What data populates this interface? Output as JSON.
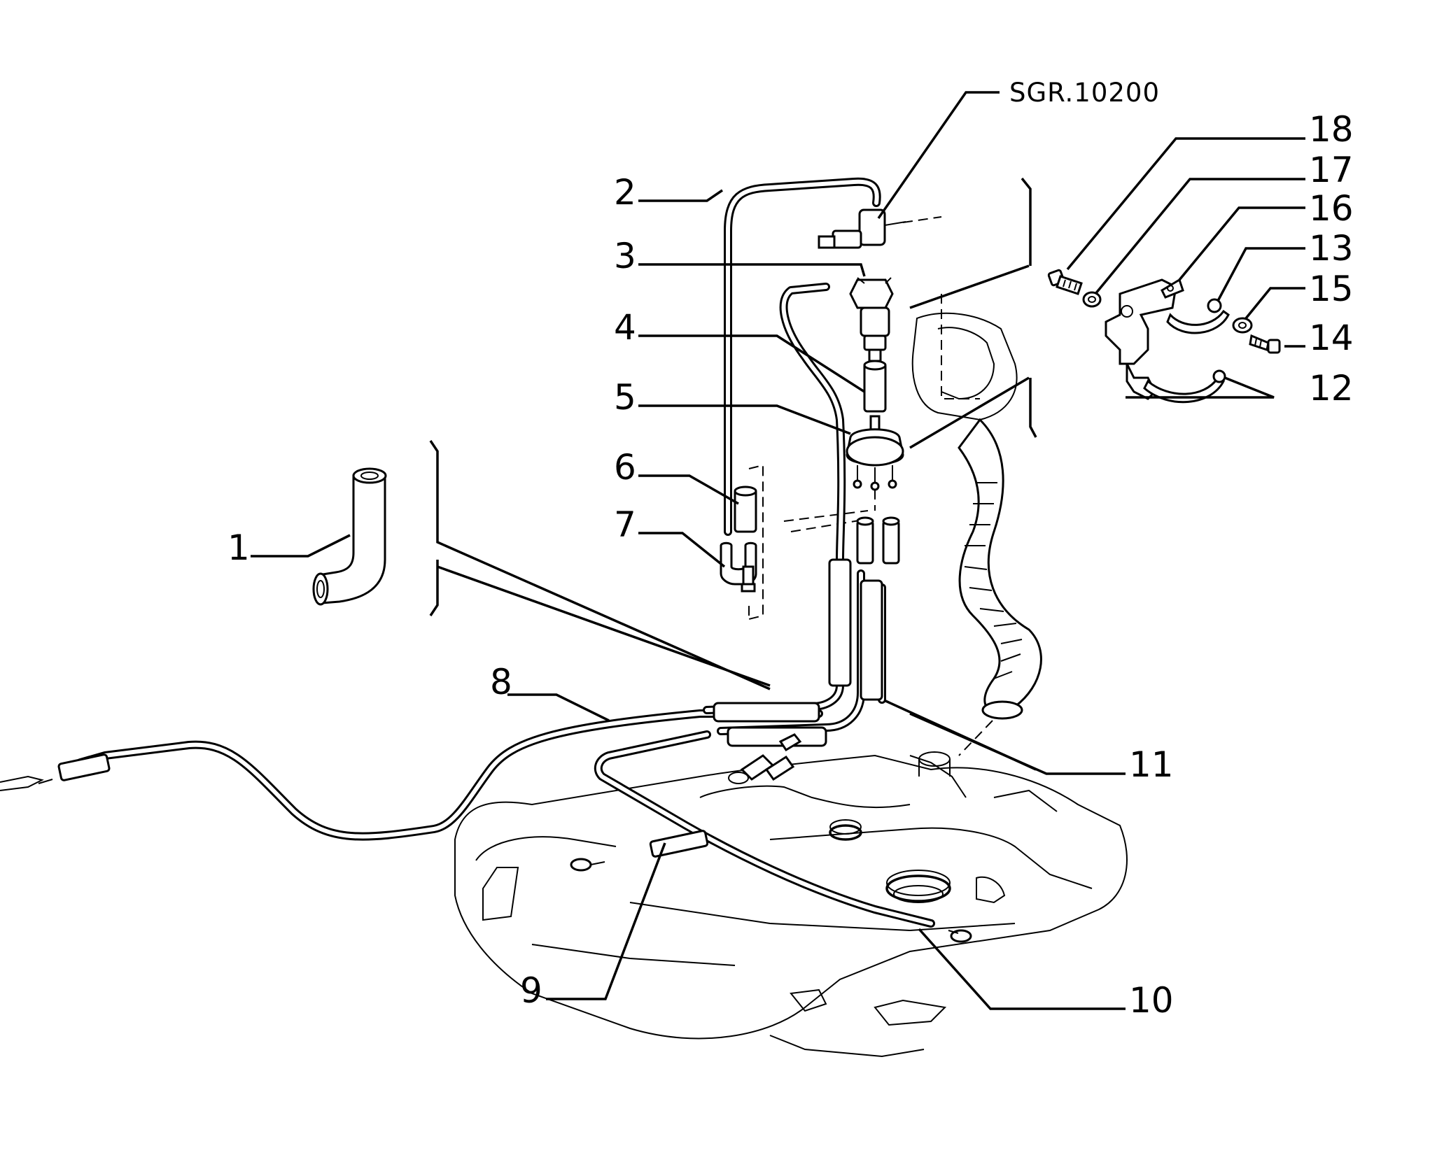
{
  "diagram": {
    "reference_code": "SGR.10200",
    "callouts": [
      {
        "id": "1",
        "text": "1"
      },
      {
        "id": "2",
        "text": "2"
      },
      {
        "id": "3",
        "text": "3"
      },
      {
        "id": "4",
        "text": "4"
      },
      {
        "id": "5",
        "text": "5"
      },
      {
        "id": "6",
        "text": "6"
      },
      {
        "id": "7",
        "text": "7"
      },
      {
        "id": "8",
        "text": "8"
      },
      {
        "id": "9",
        "text": "9"
      },
      {
        "id": "10",
        "text": "10"
      },
      {
        "id": "11",
        "text": "11"
      },
      {
        "id": "12",
        "text": "12"
      },
      {
        "id": "13",
        "text": "13"
      },
      {
        "id": "14",
        "text": "14"
      },
      {
        "id": "15",
        "text": "15"
      },
      {
        "id": "16",
        "text": "16"
      },
      {
        "id": "17",
        "text": "17"
      },
      {
        "id": "18",
        "text": "18"
      }
    ]
  }
}
